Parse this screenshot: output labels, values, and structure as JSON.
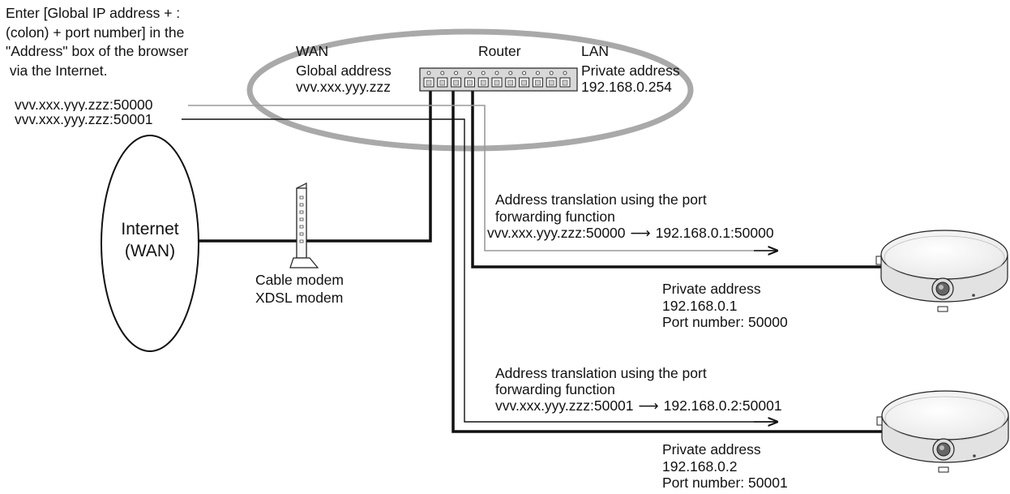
{
  "instruction": {
    "lines": [
      "Enter [Global IP address + :",
      "(colon) + port number] in the",
      "\"Address\" box of the browser",
      " via the Internet."
    ],
    "url_1": "vvv.xxx.yyy.zzz:50000",
    "url_2": "vvv.xxx.yyy.zzz:50001"
  },
  "router": {
    "label": "Router",
    "wan_label": "WAN",
    "wan_address_label": "Global address",
    "wan_address": "vvv.xxx.yyy.zzz",
    "lan_label": "LAN",
    "lan_address_label": "Private address",
    "lan_address": "192.168.0.254"
  },
  "internet": {
    "line1": "Internet",
    "line2": "(WAN)"
  },
  "modem": {
    "line1": "Cable modem",
    "line2": "XDSL modem"
  },
  "translation_1": {
    "line1": "Address translation using the port",
    "line2": "forwarding function",
    "from": "vvv.xxx.yyy.zzz:50000",
    "arrow": "⟶",
    "to": "192.168.0.1:50000"
  },
  "translation_2": {
    "line1": "Address translation using the port",
    "line2": "forwarding function",
    "from": "vvv.xxx.yyy.zzz:50001",
    "arrow": "⟶",
    "to": "192.168.0.2:50001"
  },
  "camera_1": {
    "address_label": "Private address",
    "address": "192.168.0.1",
    "port": "Port number: 50000"
  },
  "camera_2": {
    "address_label": "Private address",
    "address": "192.168.0.2",
    "port": "Port number: 50001"
  },
  "colors": {
    "line": "#111111",
    "gray_line": "#9a9a9a",
    "ellipse": "#a9a9a9",
    "router_fill": "#d8d8d8",
    "camera_fill": "#f4f4f4"
  }
}
